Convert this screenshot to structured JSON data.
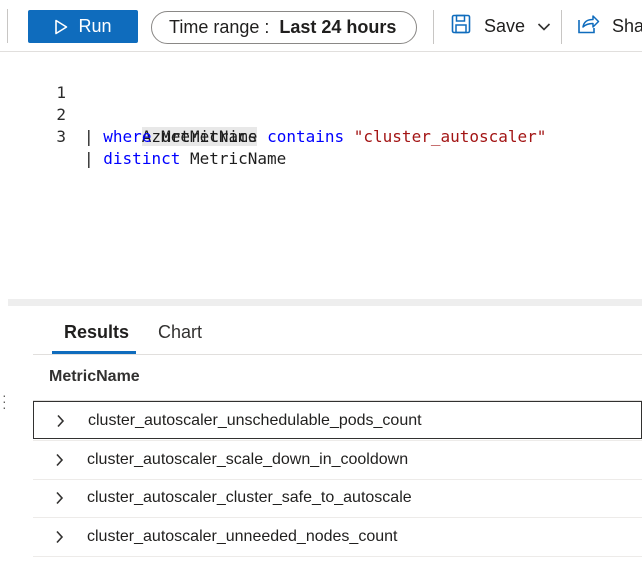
{
  "toolbar": {
    "run_label": "Run",
    "time_range_label": "Time range :",
    "time_range_value": "Last 24 hours",
    "save_label": "Save",
    "share_label": "Share"
  },
  "editor": {
    "lines": [
      {
        "number": "1",
        "tokens": [
          "AzureMetrics"
        ]
      },
      {
        "number": "2",
        "tokens": [
          "|",
          "where",
          "MetricName",
          "contains",
          "\"cluster_autoscaler\""
        ]
      },
      {
        "number": "3",
        "tokens": [
          "|",
          "distinct",
          "MetricName"
        ]
      }
    ]
  },
  "results": {
    "tabs": [
      {
        "label": "Results",
        "active": true
      },
      {
        "label": "Chart",
        "active": false
      }
    ],
    "columns": [
      "MetricName"
    ],
    "rows": [
      "cluster_autoscaler_unschedulable_pods_count",
      "cluster_autoscaler_scale_down_in_cooldown",
      "cluster_autoscaler_cluster_safe_to_autoscale",
      "cluster_autoscaler_unneeded_nodes_count"
    ]
  },
  "icons": {
    "run": "play-icon",
    "save": "floppy-disk-icon",
    "save_menu": "chevron-down-icon",
    "share": "share-icon",
    "row_expand": "chevron-right-icon",
    "splitter": "grip-vertical-icon"
  },
  "colors": {
    "accent": "#0f6cbd",
    "keyword": "#0000ff",
    "string": "#a31515"
  }
}
